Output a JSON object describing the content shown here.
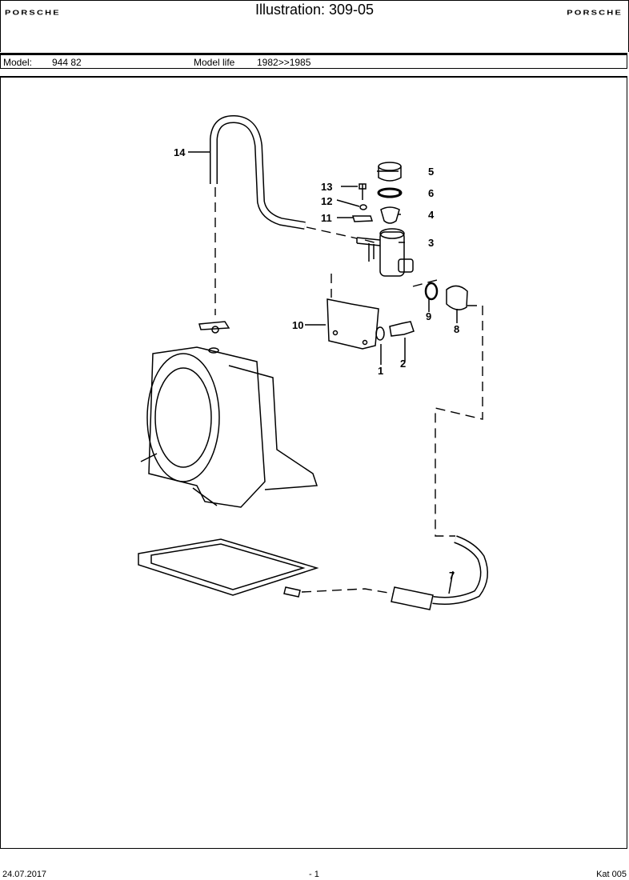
{
  "header": {
    "brand_left": "PORSCHE",
    "brand_right": "PORSCHE",
    "title": "Illustration: 309-05"
  },
  "model_bar": {
    "model_label": "Model:",
    "model_value": "944 82",
    "model_life_label": "Model life",
    "model_life_value": "1982>>1985"
  },
  "callouts": {
    "c1": "1",
    "c2": "2",
    "c3": "3",
    "c4": "4",
    "c5": "5",
    "c6": "6",
    "c7": "7",
    "c8": "8",
    "c9": "9",
    "c10": "10",
    "c11": "11",
    "c12": "12",
    "c13": "13",
    "c14": "14"
  },
  "footer": {
    "date": "24.07.2017",
    "page": "- 1",
    "catalog": "Kat 005"
  }
}
